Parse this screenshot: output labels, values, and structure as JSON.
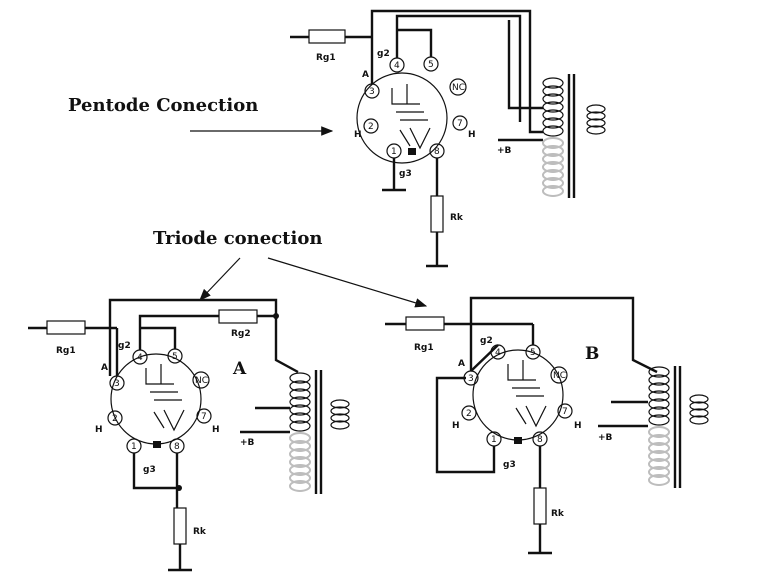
{
  "captions": {
    "pentode": "Pentode Conection",
    "triode": "Triode conection"
  },
  "variants": {
    "a": "A",
    "b": "B"
  },
  "components": {
    "rg1": "Rg1",
    "rg2": "Rg2",
    "rk": "Rk",
    "supply": "+B"
  },
  "pins": {
    "p1": "1",
    "p2": "2",
    "p3": "3",
    "p4": "4",
    "p5": "5",
    "p7": "7",
    "p8": "8",
    "nc": "NC",
    "anode": "A",
    "heater": "H",
    "g2": "g2",
    "g3": "g3"
  },
  "colors": {
    "ink": "#111111",
    "faded_coil": "#bdbdbd"
  }
}
